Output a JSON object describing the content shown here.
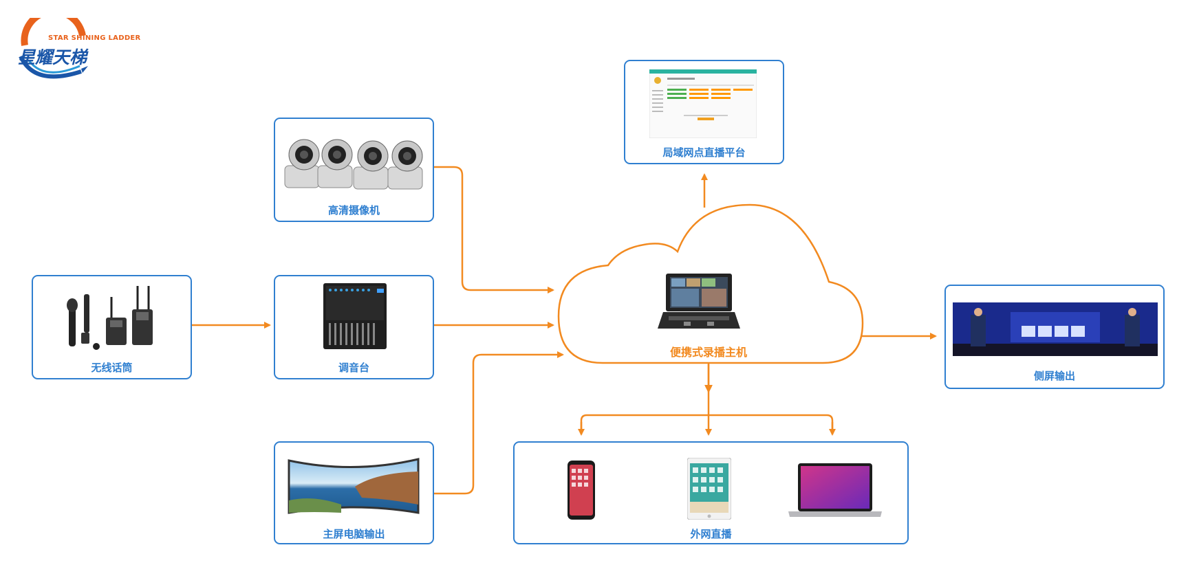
{
  "logo": {
    "cn": "星耀天梯",
    "en": "STAR SHINING LADDER"
  },
  "nodes": {
    "camera": "高清摄像机",
    "mixer": "调音台",
    "mic": "无线话筒",
    "main_screen": "主屏电脑输出",
    "host": "便携式录播主机",
    "lan_platform": "局域网点直播平台",
    "side_screen": "侧屏输出",
    "external_live": "外网直播"
  },
  "colors": {
    "box_border": "#2f7fd0",
    "arrow": "#f28a20",
    "label_blue": "#2f7fd0",
    "label_orange": "#f28a20"
  }
}
